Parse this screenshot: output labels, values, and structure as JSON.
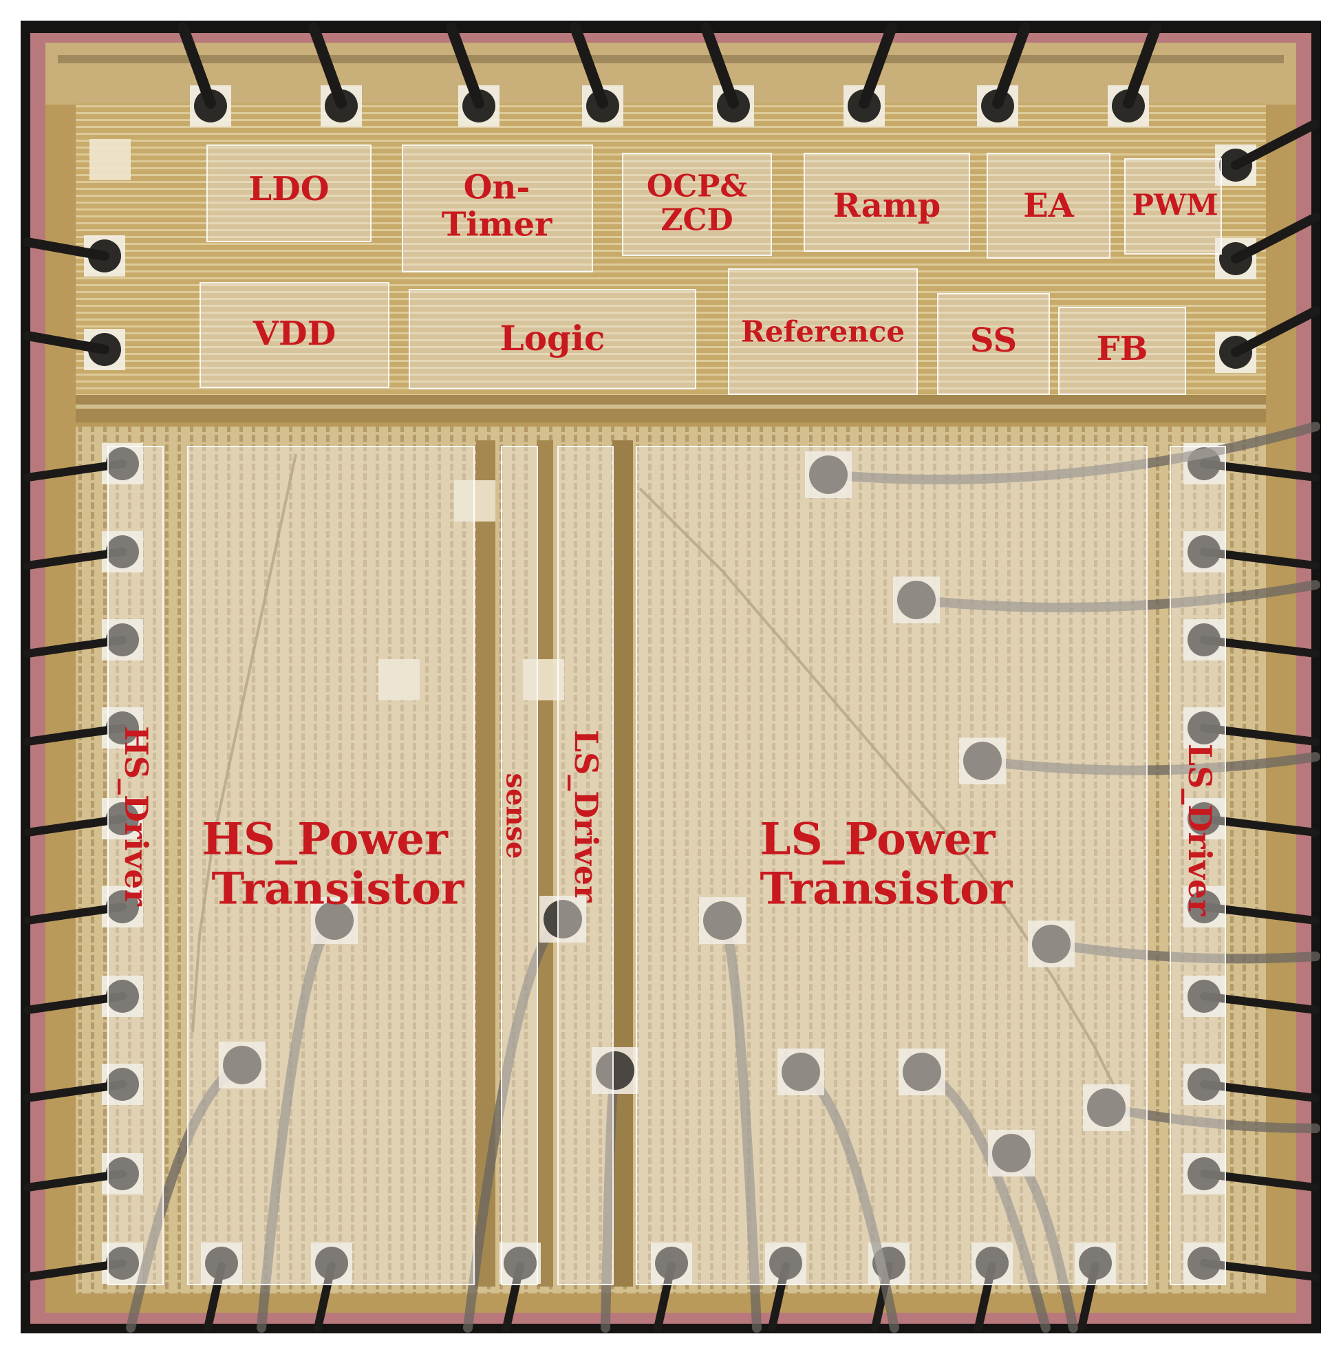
{
  "image": {
    "subject": "die-photo",
    "colors": {
      "background": "#ffffff",
      "frame": "#161412",
      "substrate": "#b99a5a",
      "seal_ring": "#b8787c",
      "metal_light": "#d9c79c",
      "metal_dark": "#8c7443",
      "bond_pad": "#f3efe6",
      "bond_ball": "#2c2a26",
      "bond_wire": "#1c1a18",
      "block_fill": "#eeeae2",
      "label": "#c8191f"
    },
    "blocks": {
      "ldo": {
        "label": "LDO"
      },
      "on_timer": {
        "label_line1": "On-",
        "label_line2": "Timer"
      },
      "ocp_zcd": {
        "label_line1": "OCP&",
        "label_line2": "ZCD"
      },
      "ramp": {
        "label": "Ramp"
      },
      "ea": {
        "label": "EA"
      },
      "pwm": {
        "label": "PWM"
      },
      "vdd": {
        "label": "VDD"
      },
      "logic": {
        "label": "Logic"
      },
      "reference": {
        "label": "Reference"
      },
      "ss": {
        "label": "SS"
      },
      "fb": {
        "label": "FB"
      },
      "hs_driver": {
        "label": "HS_Driver"
      },
      "hs_power": {
        "label_line1": "HS_Power",
        "label_line2": "Transistor"
      },
      "sense": {
        "label": "sense"
      },
      "ls_driver_inner": {
        "label": "LS_Driver"
      },
      "ls_power": {
        "label_line1": "LS_Power",
        "label_line2": "Transistor"
      },
      "ls_driver_right": {
        "label": "LS_Driver"
      }
    }
  }
}
